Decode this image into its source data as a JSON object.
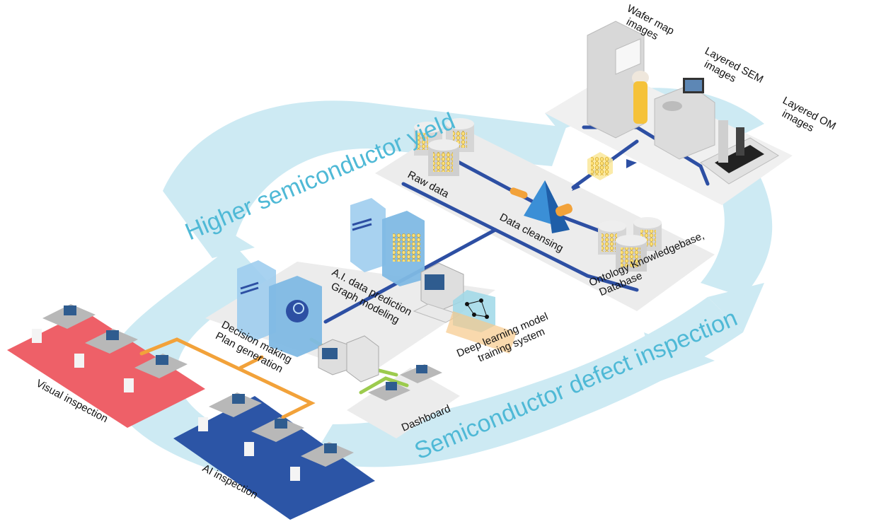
{
  "title_top": "Higher semiconductor yield",
  "title_bottom": "Semiconductor defect inspection",
  "labels": {
    "wafer_map": [
      "Wafer map",
      "images"
    ],
    "layered_sem": [
      "Layered SEM",
      "images"
    ],
    "layered_om": [
      "Layered OM",
      "images"
    ],
    "raw_data": "Raw data",
    "data_cleansing": "Data cleansing",
    "ontology": [
      "Ontology Knowledgebase,",
      "Database"
    ],
    "ai_prediction": [
      "A.I. data prediction",
      "Graph modeling"
    ],
    "deep_learning": [
      "Deep learning model",
      "training system"
    ],
    "decision": [
      "Decision making",
      "Plan generation"
    ],
    "dashboard": "Dashboard",
    "visual_inspection": "Visual inspection",
    "ai_inspection": "AI inspection"
  },
  "colors": {
    "cycle_arrow": "#cdeaf3",
    "cycle_text": "#4fb9d6",
    "data_line": "#2d4fa3",
    "orange_line": "#f2a23a",
    "green_line": "#9ccb4e",
    "visual_zone": "#ee6068",
    "ai_zone": "#2c55a6",
    "server": "#9fcdee",
    "hex_gold": "#f6d04a"
  }
}
